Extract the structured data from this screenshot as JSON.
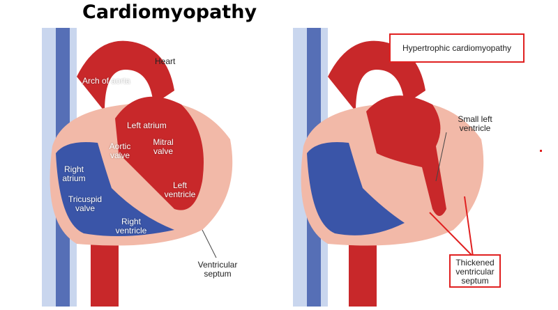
{
  "title": "Cardiomyopathy",
  "left_heart": {
    "heart": "Heart",
    "arch_of_aorta": "Arch of aorta",
    "left_atrium": "Left atrium",
    "aortic_valve": "Aortic valve",
    "mitral_valve": "Mitral valve",
    "right_atrium": "Right atrium",
    "tricuspid_valve": "Tricuspid valve",
    "right_ventricle": "Right ventricle",
    "left_ventricle": "Left ventricle",
    "ventricular_septum": "Ventricular septum"
  },
  "right_heart": {
    "condition": "Hypertrophic cardiomyopathy",
    "small_left_ventricle": "Small left ventricle",
    "thickened_septum": "Thickened ventricular septum"
  },
  "colors": {
    "oxygenated": "#c8282a",
    "deoxygenated": "#3a55a8",
    "muscle": "#f2b9a8",
    "highlight": "#e02020"
  }
}
